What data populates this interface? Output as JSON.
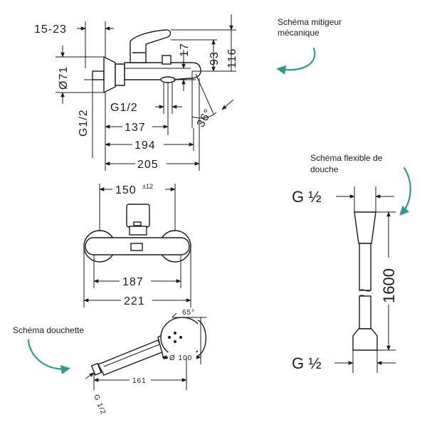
{
  "accent_color": "#2a9d8f",
  "captions": {
    "mixer": [
      "Schéma mitigeur",
      "mécanique"
    ],
    "hose": [
      "Schéma flexible de",
      "douche"
    ],
    "handshower": "Schéma douchette"
  },
  "mixer_side": {
    "d_15_23": "15-23",
    "d_93": "93",
    "d_116": "116",
    "d_17": "17",
    "d_71": "Ø71",
    "d_g12_v": "G1/2",
    "d_g12_h": "G1/2",
    "d_36": "36°",
    "d_137": "137",
    "d_194": "194",
    "d_205": "205"
  },
  "mixer_front": {
    "d_150": "150",
    "d_150_tol": "±12",
    "d_187": "187",
    "d_221": "221"
  },
  "handshower": {
    "d_65": "65°",
    "d_100": "Ø 100",
    "d_161": "161",
    "d_g12": "G 1/2"
  },
  "hose": {
    "g_top": "G ½",
    "g_bottom": "G ½",
    "length": "1600"
  }
}
